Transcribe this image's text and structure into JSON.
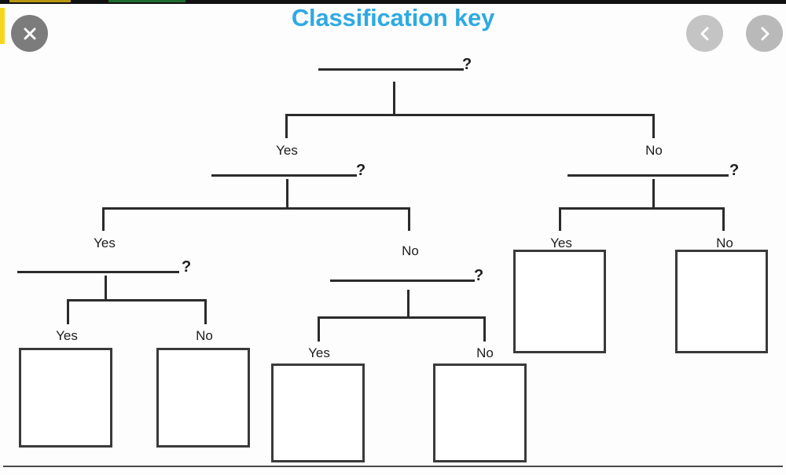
{
  "window": {
    "title": "Classification key",
    "title_color": "#2eaae2",
    "background_color": "#fdfdfd",
    "line_color": "#2b2b2b",
    "box_border_color": "#3a3a3a",
    "accent_yellow": "#f6d51f"
  },
  "controls": {
    "close": {
      "label": "close-button",
      "glyph": "✕"
    },
    "prev": {
      "label": "previous-slide-button",
      "glyph": "‹"
    },
    "next": {
      "label": "next-slide-button",
      "glyph": "›"
    }
  },
  "diagram": {
    "type": "dichotomous-classification-key",
    "question_placeholder": "",
    "question_mark": "?",
    "questions": [
      {
        "id": "q1",
        "level": 1,
        "text": "",
        "mark": "?"
      },
      {
        "id": "q2",
        "level": 2,
        "branch": "Yes",
        "text": "",
        "mark": "?"
      },
      {
        "id": "q3",
        "level": 2,
        "branch": "No",
        "text": "",
        "mark": "?"
      },
      {
        "id": "q4",
        "level": 3,
        "branch": "Yes",
        "text": "",
        "mark": "?"
      },
      {
        "id": "q5",
        "level": 3,
        "branch": "No",
        "text": "",
        "mark": "?"
      }
    ],
    "branch_labels": {
      "yes": "Yes",
      "no": "No"
    },
    "labels": [
      {
        "id": "l1",
        "text": "Yes"
      },
      {
        "id": "l2",
        "text": "No"
      },
      {
        "id": "l3",
        "text": "Yes"
      },
      {
        "id": "l4",
        "text": "No"
      },
      {
        "id": "l5",
        "text": "Yes"
      },
      {
        "id": "l6",
        "text": "No"
      },
      {
        "id": "l7",
        "text": "Yes"
      },
      {
        "id": "l8",
        "text": "No"
      },
      {
        "id": "l9",
        "text": "Yes"
      },
      {
        "id": "l10",
        "text": "No"
      }
    ],
    "answer_boxes": [
      {
        "id": "b1",
        "text": "",
        "branch": "Yes"
      },
      {
        "id": "b2",
        "text": "",
        "branch": "No"
      },
      {
        "id": "b3",
        "text": "",
        "branch": "Yes"
      },
      {
        "id": "b4",
        "text": "",
        "branch": "No"
      },
      {
        "id": "b5",
        "text": "",
        "branch": "Yes"
      },
      {
        "id": "b6",
        "text": "",
        "branch": "No"
      }
    ]
  }
}
